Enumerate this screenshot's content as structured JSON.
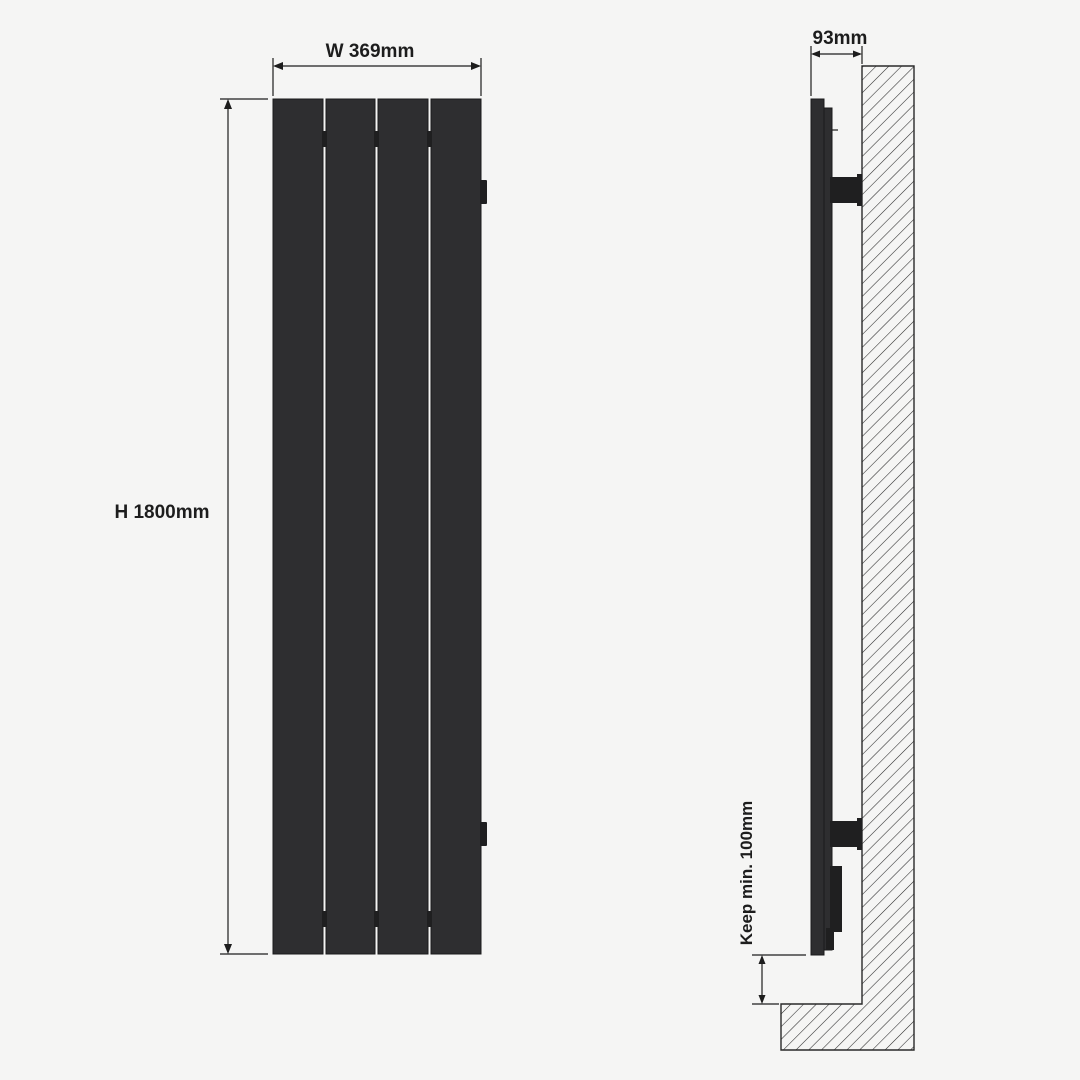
{
  "front_view": {
    "width_label": "W 369mm",
    "height_label": "H 1800mm",
    "panel_count": 4
  },
  "side_view": {
    "depth_label": "93mm",
    "clearance_label": "Keep min.  100mm"
  },
  "colors": {
    "background": "#f5f5f4",
    "radiator": "#2e2e30",
    "dimension_lines": "#1d1d1d",
    "wall_hatch": "#2a2a2a"
  }
}
